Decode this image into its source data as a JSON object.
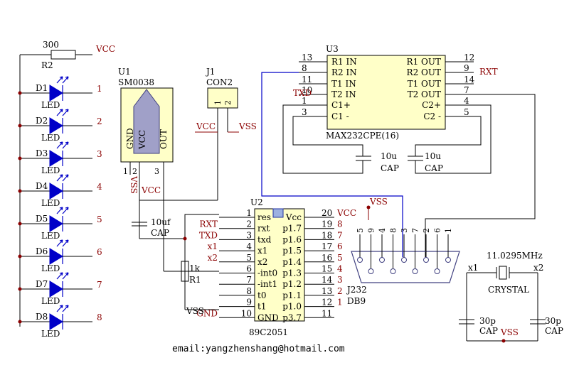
{
  "power": {
    "vcc": "VCC",
    "vss": "VSS",
    "gnd": "GND"
  },
  "r2": {
    "ref": "R2",
    "value": "300"
  },
  "leds": [
    {
      "ref": "D1",
      "label": "LED",
      "pin": "1"
    },
    {
      "ref": "D2",
      "label": "LED",
      "pin": "2"
    },
    {
      "ref": "D3",
      "label": "LED",
      "pin": "3"
    },
    {
      "ref": "D4",
      "label": "LED",
      "pin": "4"
    },
    {
      "ref": "D5",
      "label": "LED",
      "pin": "5"
    },
    {
      "ref": "D6",
      "label": "LED",
      "pin": "6"
    },
    {
      "ref": "D7",
      "label": "LED",
      "pin": "7"
    },
    {
      "ref": "D8",
      "label": "LED",
      "pin": "8"
    }
  ],
  "u1": {
    "ref": "U1",
    "part": "SM0038",
    "pins": [
      "GND",
      "VCC",
      "OUT"
    ],
    "pin_numbers": [
      "1",
      "2",
      "3"
    ]
  },
  "j1": {
    "ref": "J1",
    "part": "CON2",
    "pins": [
      "1",
      "2"
    ]
  },
  "cap_u1": {
    "value": "10uf",
    "type": "CAP"
  },
  "r1": {
    "ref": "R1",
    "value": "1k"
  },
  "u3": {
    "ref": "U3",
    "part": "MAX232CPE(16)",
    "left": [
      {
        "num": "13",
        "name": "R1 IN"
      },
      {
        "num": "8",
        "name": "R2 IN"
      },
      {
        "num": "11",
        "name": "T1 IN"
      },
      {
        "num": "10",
        "name": "T2 IN"
      },
      {
        "num": "1",
        "name": "C1+"
      },
      {
        "num": "3",
        "name": "C1 -"
      }
    ],
    "right": [
      {
        "num": "12",
        "name": "R1 OUT"
      },
      {
        "num": "9",
        "name": "R2 OUT"
      },
      {
        "num": "14",
        "name": "T1 OUT"
      },
      {
        "num": "7",
        "name": "T2 OUT"
      },
      {
        "num": "4",
        "name": "C2+"
      },
      {
        "num": "5",
        "name": "C2 -"
      }
    ],
    "net_left": "TXD",
    "net_right": "RXT"
  },
  "u3_caps": [
    {
      "value": "10u",
      "type": "CAP"
    },
    {
      "value": "10u",
      "type": "CAP"
    }
  ],
  "u2": {
    "ref": "U2",
    "part": "89C2051",
    "left": [
      {
        "num": "1",
        "name": "res",
        "net": ""
      },
      {
        "num": "2",
        "name": "rxt",
        "net": "RXT"
      },
      {
        "num": "3",
        "name": "txd",
        "net": "TXD"
      },
      {
        "num": "4",
        "name": "x1",
        "net": "x1"
      },
      {
        "num": "5",
        "name": "x2",
        "net": "x2"
      },
      {
        "num": "6",
        "name": "-int0",
        "net": ""
      },
      {
        "num": "7",
        "name": "-int1",
        "net": ""
      },
      {
        "num": "8",
        "name": "t0",
        "net": ""
      },
      {
        "num": "9",
        "name": "t1",
        "net": ""
      },
      {
        "num": "10",
        "name": "GND",
        "net": "GND"
      }
    ],
    "right": [
      {
        "num": "20",
        "name": "Vcc",
        "net": "VCC"
      },
      {
        "num": "19",
        "name": "p1.7",
        "net": "8"
      },
      {
        "num": "18",
        "name": "p1.6",
        "net": "7"
      },
      {
        "num": "17",
        "name": "p1.5",
        "net": "6"
      },
      {
        "num": "16",
        "name": "p1.4",
        "net": "5"
      },
      {
        "num": "15",
        "name": "p1.3",
        "net": "4"
      },
      {
        "num": "14",
        "name": "p1.2",
        "net": "3"
      },
      {
        "num": "13",
        "name": "p1.1",
        "net": "2"
      },
      {
        "num": "12",
        "name": "p1.0",
        "net": "1"
      },
      {
        "num": "11",
        "name": "p3.7",
        "net": ""
      }
    ]
  },
  "j2": {
    "ref": "J232",
    "part": "DB9",
    "pins": [
      "5",
      "9",
      "4",
      "8",
      "3",
      "7",
      "2",
      "6",
      "1"
    ]
  },
  "crystal": {
    "freq": "11.0295MHz",
    "label": "CRYSTAL",
    "x1": "x1",
    "x2": "x2"
  },
  "crystal_caps": [
    {
      "value": "30p",
      "type": "CAP"
    },
    {
      "value": "30p",
      "type": "CAP"
    }
  ],
  "footer": {
    "email": "email:yangzhenshang@hotmail.com"
  }
}
